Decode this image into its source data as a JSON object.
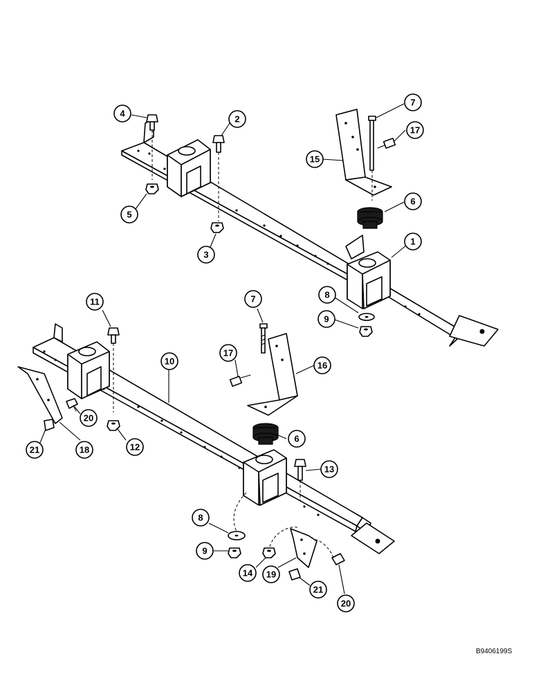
{
  "drawing_code": "B9406199S",
  "callouts": {
    "c1": "1",
    "c2": "2",
    "c3": "3",
    "c4": "4",
    "c5": "5",
    "c6a": "6",
    "c7a": "7",
    "c8a": "8",
    "c9a": "9",
    "c15": "15",
    "c17a": "17",
    "c6b": "6",
    "c7b": "7",
    "c8b": "8",
    "c9b": "9",
    "c10": "10",
    "c11": "11",
    "c12": "12",
    "c13": "13",
    "c14": "14",
    "c16": "16",
    "c17b": "17",
    "c18": "18",
    "c19": "19",
    "c20a": "20",
    "c20b": "20",
    "c21a": "21",
    "c21b": "21"
  }
}
